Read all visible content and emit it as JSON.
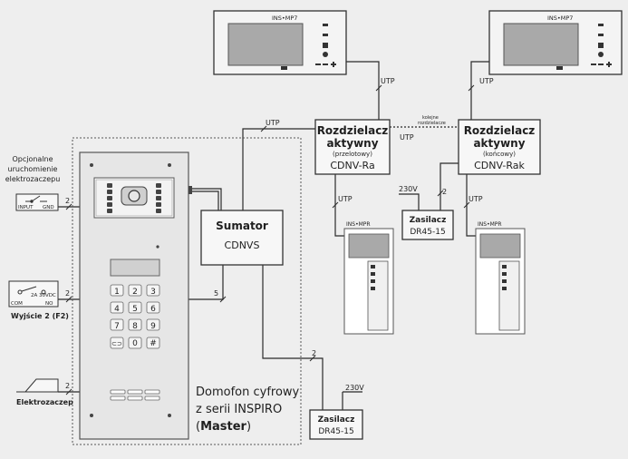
{
  "monitors": {
    "model_top": "INS•MP7"
  },
  "handsets": {
    "model": "INS•MPR"
  },
  "cables": {
    "utp": "UTP",
    "two": "2",
    "five": "5",
    "v230": "230V",
    "next_label_line1": "kolejne",
    "next_label_line2": "rozdzielacze"
  },
  "splitter_a": {
    "title_line1": "Rozdzielacz",
    "title_line2": "aktywny",
    "sub": "(przelotowy)",
    "model": "CDNV-Ra"
  },
  "splitter_b": {
    "title_line1": "Rozdzielacz",
    "title_line2": "aktywny",
    "sub": "(końcowy)",
    "model": "CDNV-Rak"
  },
  "sumator": {
    "title": "Sumator",
    "model": "CDNVS"
  },
  "psu": {
    "title": "Zasilacz",
    "model": "DR45-15"
  },
  "left": {
    "opt_line1": "Opcjonalne",
    "opt_line2": "uruchomienie",
    "opt_line3": "elektrozaczepu",
    "input": "INPUT",
    "gnd": "GND",
    "relay_rating": "2A 30VDC",
    "com": "COM",
    "no": "NO",
    "output_label": "Wyjście 2 (F2)",
    "lock_label": "Elektrozaczep"
  },
  "panel": {
    "caption_line1": "Domofon cyfrowy",
    "caption_line2": "z serii INSPIRO",
    "caption_line3_pre": "(",
    "caption_line3_bold": "Master",
    "caption_line3_post": ")",
    "keys": [
      "1",
      "2",
      "3",
      "4",
      "5",
      "6",
      "7",
      "8",
      "9",
      "⊂⊃",
      "0",
      "#"
    ]
  }
}
